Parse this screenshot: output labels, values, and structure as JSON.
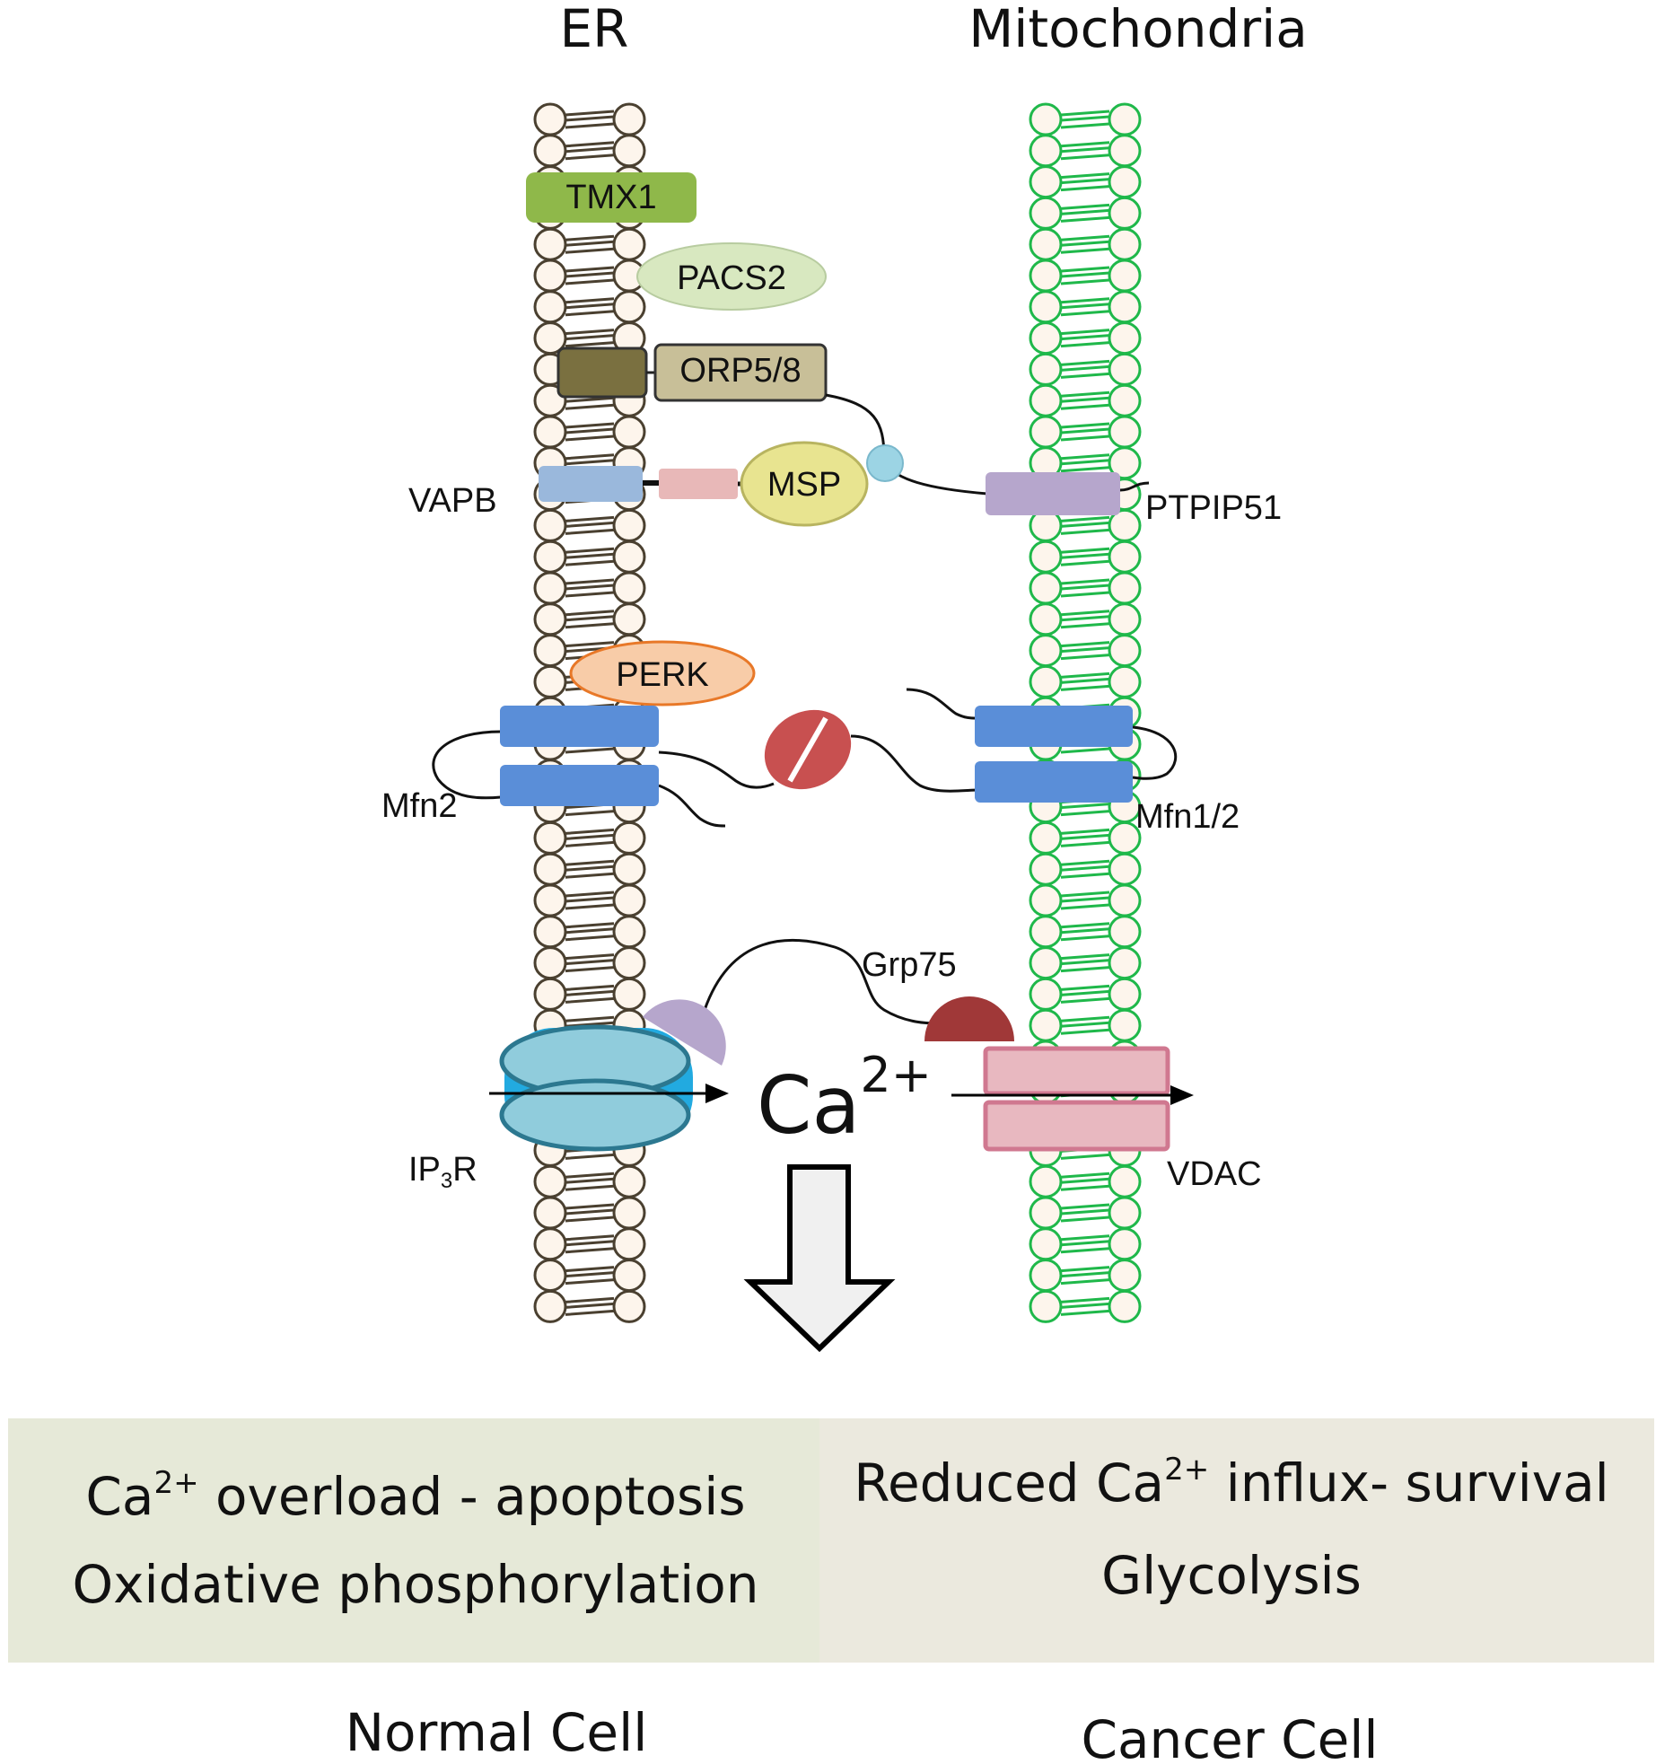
{
  "headers": {
    "er": "ER",
    "mitochondria": "Mitochondria"
  },
  "proteins": {
    "tmx1": "TMX1",
    "pacs2": "PACS2",
    "orp": "ORP5/8",
    "msp": "MSP",
    "perk": "PERK",
    "vapb": "VAPB",
    "ptpip51": "PTPIP51",
    "mfn2": "Mfn2",
    "mfn12": "Mfn1/2",
    "grp75": "Grp75",
    "ip3r_main": "IP",
    "ip3r_sub": "3",
    "ip3r_end": "R",
    "vdac": "VDAC"
  },
  "calcium": {
    "symbol": "Ca",
    "charge": "2+"
  },
  "outcomes": {
    "normal": {
      "line1_pre": "Ca",
      "line1_sup": "2+",
      "line1_post": " overload - apoptosis",
      "line2": "Oxidative phosphorylation",
      "label": "Normal Cell"
    },
    "cancer": {
      "line1_pre": "Reduced Ca",
      "line1_sup": "2+",
      "line1_post": " influx- survival",
      "line2": "Glycolysis",
      "label": "Cancer Cell"
    }
  },
  "colors": {
    "er_membrane": "#4a4030",
    "mito_membrane": "#1fb84a",
    "head_fill": "#fdf5ec",
    "tmx1": "#8fb84a",
    "pacs2": "#d8e8c0",
    "orp_dark": "#7a7040",
    "orp_light": "#c8bf98",
    "vapb": "#9ab8dc",
    "vapb_link": "#e8b8b8",
    "msp": "#e8e490",
    "ptpip51": "#b6a6cc",
    "perk": "#f8cca8",
    "mfn": "#5a8ed8",
    "mfn_partner": "#c85050",
    "grp75_left": "#b6a6cc",
    "grp75_right": "#a03838",
    "ip3r": "#90ccdc",
    "vdac": "#e8b8c0",
    "box_left": "#e6e9d8",
    "box_right": "#ebe9de"
  }
}
